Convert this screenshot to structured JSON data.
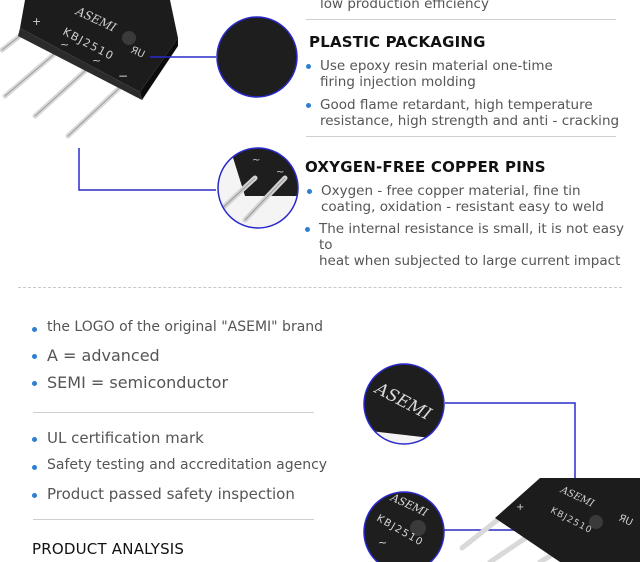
{
  "colors": {
    "accent": "#2e7fd0",
    "connector": "#2a2acc",
    "title": "#111111"
  },
  "top": {
    "cut_line": "low production efficiency"
  },
  "plastic": {
    "title": "PLASTIC PACKAGING",
    "bullets": [
      [
        "Use epoxy resin material one-time",
        "firing injection molding"
      ],
      [
        "Good flame retardant, high temperature",
        "resistance, high strength and anti - cracking"
      ]
    ]
  },
  "copper": {
    "title": "OXYGEN-FREE COPPER PINS",
    "bullets": [
      [
        "Oxygen - free copper material, fine tin",
        "coating, oxidation - resistant easy to weld"
      ],
      [
        "The internal resistance is small, it is not easy to",
        "heat when subjected to large current impact"
      ]
    ]
  },
  "logo_list": [
    "the LOGO of the original \"ASEMI\" brand",
    "A  = advanced",
    "SEMI =  semiconductor"
  ],
  "ul_list": [
    "UL certification mark",
    "Safety testing and accreditation agency",
    "Product passed safety inspection"
  ],
  "analysis_title": "PRODUCT ANALYSIS",
  "product": {
    "brand": "ASEMI",
    "model": "KBJ2510",
    "ul_mark": "ЯU",
    "plus": "+",
    "minus": "−",
    "ac": "~"
  }
}
